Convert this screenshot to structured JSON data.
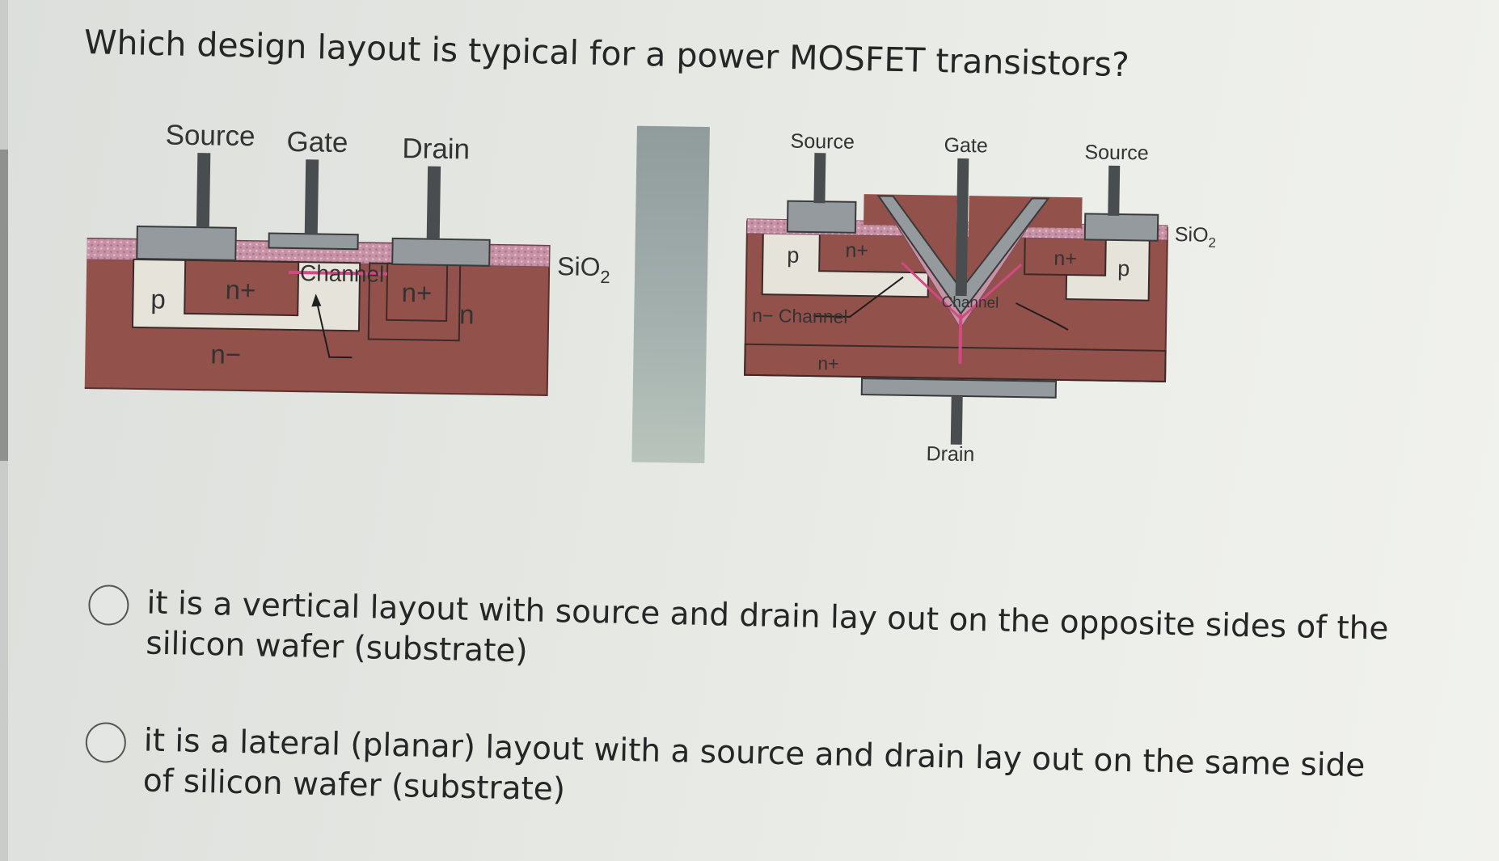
{
  "question": "Which design layout is typical for a power MOSFET transistors?",
  "diagram_lateral": {
    "terminals": [
      "Source",
      "Gate",
      "Drain"
    ],
    "oxide_label": "SiO",
    "oxide_subscript": "2",
    "channel_label": "Channel",
    "region_p": "p",
    "region_source": "n+",
    "region_drain": "n+",
    "region_n": "n",
    "region_substrate": "n−"
  },
  "diagram_vertical": {
    "terminals": [
      "Source",
      "Gate",
      "Source"
    ],
    "drain_label": "Drain",
    "oxide_label": "SiO",
    "oxide_subscript": "2",
    "region_p_left": "p",
    "region_source_left": "n+",
    "region_source_right": "n+",
    "region_p_right": "p",
    "n_channel_label": "n− Channel",
    "channel_label": "Channel",
    "region_substrate": "n+"
  },
  "options": [
    {
      "text": "it is a vertical layout with source and drain lay out on the opposite sides of the silicon wafer (substrate)"
    },
    {
      "text": "it is a lateral (planar) layout with a  source and drain lay out on the same side of silicon wafer (substrate)"
    }
  ],
  "colors": {
    "silicon": "#93514b",
    "p_region": "#e5e3da",
    "oxide": "#c792a6",
    "metal": "#949a9e",
    "channel": "#d24a82",
    "text": "#262626"
  }
}
